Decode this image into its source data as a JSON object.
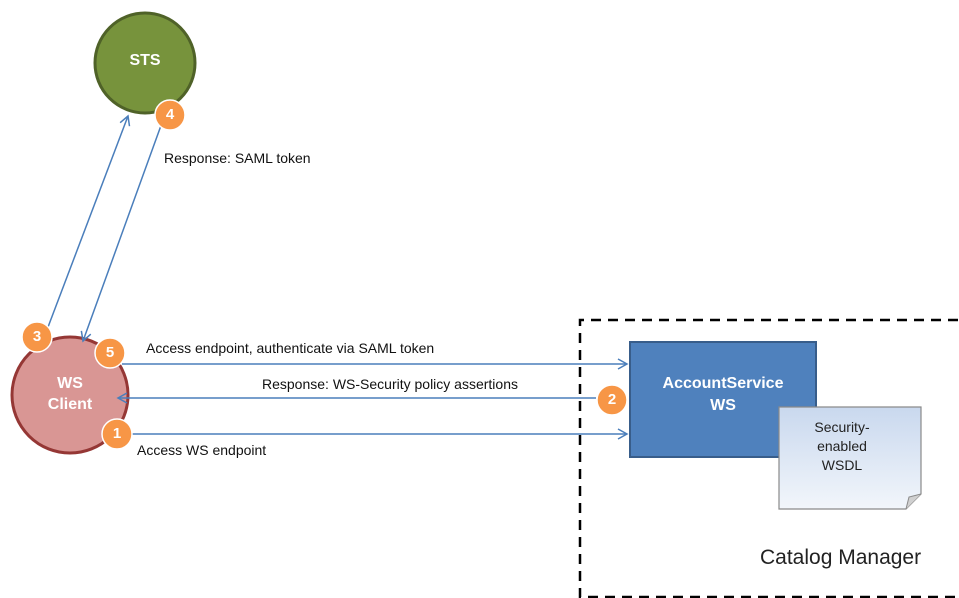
{
  "nodes": {
    "sts": {
      "label": "STS",
      "color": "#77933C"
    },
    "ws_client": {
      "line1": "WS",
      "line2": "Client",
      "color": "#D99694"
    },
    "account_service": {
      "line1": "AccountService",
      "line2": "WS",
      "color": "#4F81BD"
    },
    "wsdl_doc": {
      "line1": "Security-",
      "line2": "enabled",
      "line3": "WSDL"
    }
  },
  "container": {
    "label": "Catalog Manager"
  },
  "steps": [
    {
      "number": "1"
    },
    {
      "number": "2"
    },
    {
      "number": "3"
    },
    {
      "number": "4"
    },
    {
      "number": "5"
    }
  ],
  "messages": {
    "access_endpoint_saml": "Access endpoint, authenticate via SAML token",
    "policy_assertions_response": "Response: WS-Security policy assertions",
    "access_ws_endpoint": "Access WS endpoint",
    "saml_token_response": "Response: SAML token"
  },
  "colors": {
    "arrow": "#4A7EBB",
    "badge": "#F79646"
  }
}
